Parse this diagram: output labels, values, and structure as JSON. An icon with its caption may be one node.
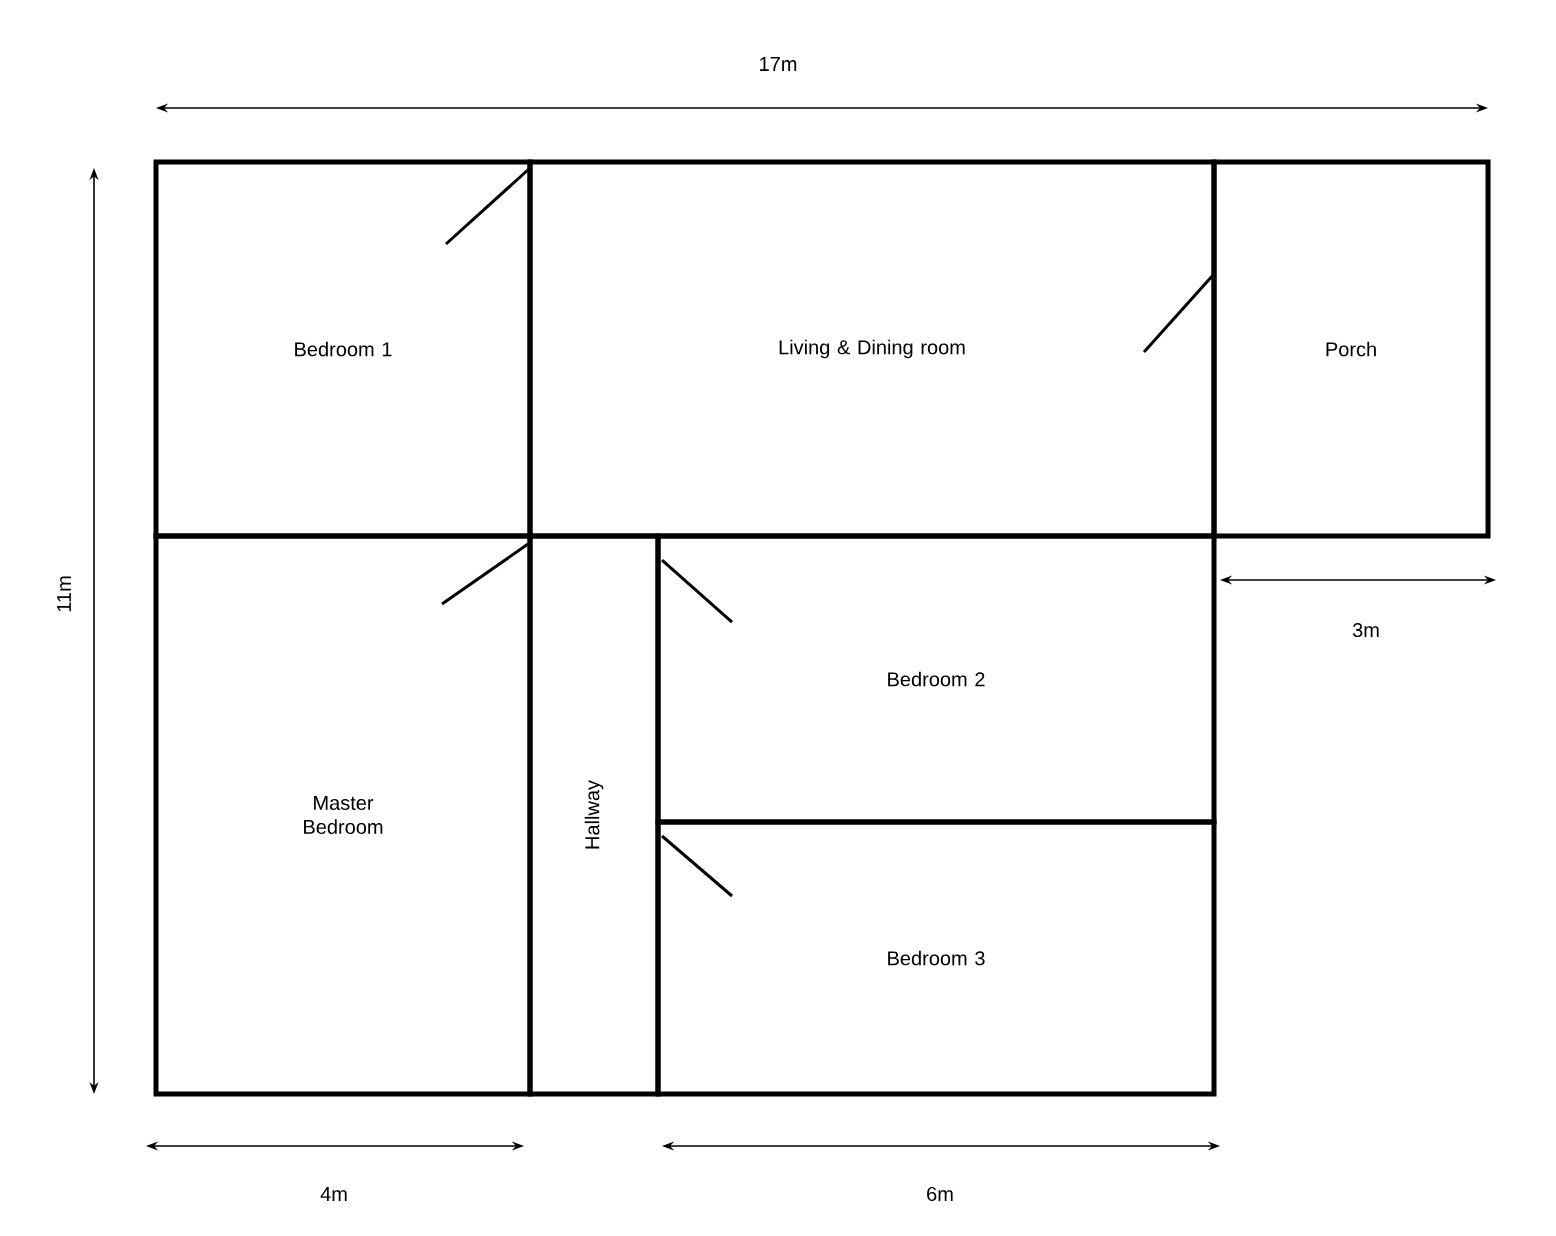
{
  "diagram": {
    "nodes": [
      {
        "text": [
          "Bedroom 1"
        ]
      },
      {
        "text": [
          "Living & Dining room"
        ]
      },
      {
        "text": [
          "Porch"
        ]
      },
      {
        "text": [
          "Master Bedroom"
        ]
      },
      {
        "text": [
          "Hallway"
        ]
      },
      {
        "text": [
          "Bedroom 2"
        ]
      },
      {
        "text": [
          "Bedroom 3"
        ]
      }
    ],
    "edges": [],
    "labels": [
      "17m",
      "11m",
      "3m",
      "4m",
      "6m"
    ]
  }
}
